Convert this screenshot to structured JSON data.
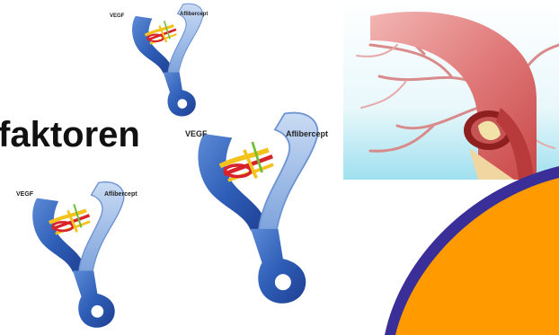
{
  "slide": {
    "title_fragment": "faktoren"
  },
  "diagrams": [
    {
      "vegf_label": "VEGF",
      "drug_label": "Aflibercept"
    },
    {
      "vegf_label": "VEGF",
      "drug_label": "Aflibercept"
    },
    {
      "vegf_label": "VEGF",
      "drug_label": "Aflibercept"
    }
  ],
  "colors": {
    "trap_blue": "#2f5fb8",
    "trap_light": "#a9c4ea",
    "vegf_red": "#d8232a",
    "vegf_yellow": "#f3c21b",
    "artery": "#e07a7a",
    "sky": "#cfeff6",
    "orange": "#ff9a00",
    "purple": "#3a2f98"
  },
  "icons": {
    "trap": "aflibercept-trap-diagram",
    "artery": "artery-illustration",
    "decor": "orange-arc-decoration"
  }
}
